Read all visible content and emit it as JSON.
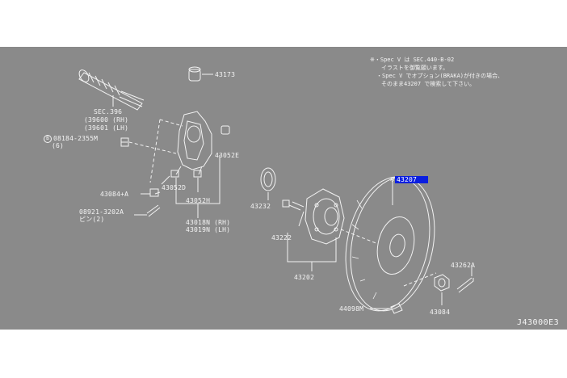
{
  "notes": {
    "line1": "※・Spec V は SEC.440-B-02",
    "line2": "イラストを御覧願います。",
    "line3": "・Spec V でオプション(BRAKA)が付きの場合、",
    "line4": "そのまま43207 で検索して下さい。"
  },
  "labels": {
    "p43173": "43173",
    "sec396": "SEC.396",
    "p39600": "(39600 (RH)",
    "p39601": "(39601 (LH)",
    "bolt": "08184-2355M",
    "bolt_qty": "(6)",
    "bolt_prefix": "B",
    "p43052e": "43052E",
    "p43052d": "43052D",
    "p43052h": "43052H",
    "p43084a": "43084+A",
    "p08921": "08921-3202A",
    "pin": "ピン(2)",
    "p43018n": "43018N (RH)",
    "p43019n": "43019N (LH)",
    "p43232": "43232",
    "p43222": "43222",
    "p43202": "43202",
    "p43207_mark": "※",
    "p43207": "43207",
    "p43262a": "43262A",
    "p44098m": "44098M",
    "p43084": "43084",
    "diagram_ref": "J43000E3"
  }
}
